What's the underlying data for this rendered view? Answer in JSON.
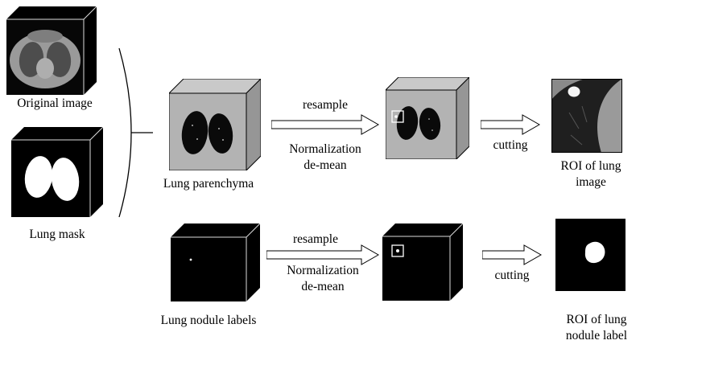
{
  "nodes": {
    "original_image": {
      "label": "Original image"
    },
    "lung_mask": {
      "label": "Lung mask"
    },
    "lung_parenchyma": {
      "label": "Lung parenchyma"
    },
    "lung_nodule_labels": {
      "label": "Lung nodule labels"
    },
    "roi_lung_image": {
      "label": "ROI of lung\nimage"
    },
    "roi_lung_nodule_label": {
      "label": "ROI of lung\nnodule label"
    }
  },
  "steps": {
    "top_process": {
      "above": "resample",
      "below": "Normalization\nde-mean"
    },
    "top_cut": {
      "label": "cutting"
    },
    "bottom_process": {
      "above": "resample",
      "below": "Normalization\nde-mean"
    },
    "bottom_cut": {
      "label": "cutting"
    }
  },
  "colors": {
    "background": "#ffffff",
    "cube_black": "#000000",
    "cube_gray_front": "#b3b3b3",
    "cube_gray_top": "#c9c9c9",
    "cube_gray_side": "#969696",
    "outline": "#000000",
    "inner_edge_light": "#dddddd",
    "roi_marker": "#ffffff"
  }
}
